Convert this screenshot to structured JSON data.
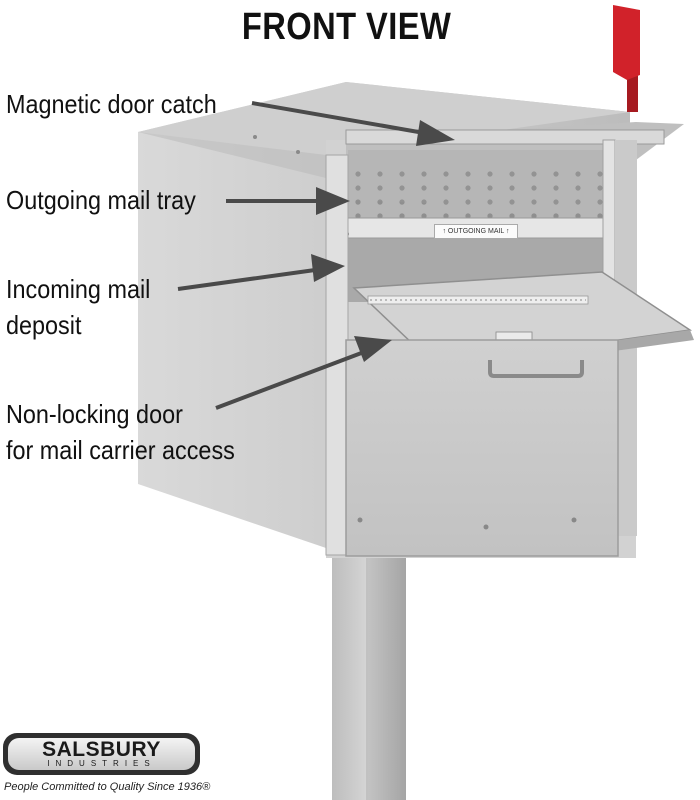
{
  "title": "FRONT VIEW",
  "callouts": {
    "door_catch": "Magnetic door catch",
    "outgoing_tray": "Outgoing mail tray",
    "incoming_deposit": "Incoming mail\ndeposit",
    "carrier_door": "Non-locking door\nfor mail carrier access"
  },
  "tray_label": "↑ OUTGOING MAIL ↑",
  "logo": {
    "name": "SALSBURY",
    "subtitle": "INDUSTRIES",
    "tagline": "People Committed to Quality Since 1936®"
  },
  "colors": {
    "flag": "#d1222a",
    "metal": "#c4c4c4",
    "arrow": "#4a4a4a"
  }
}
